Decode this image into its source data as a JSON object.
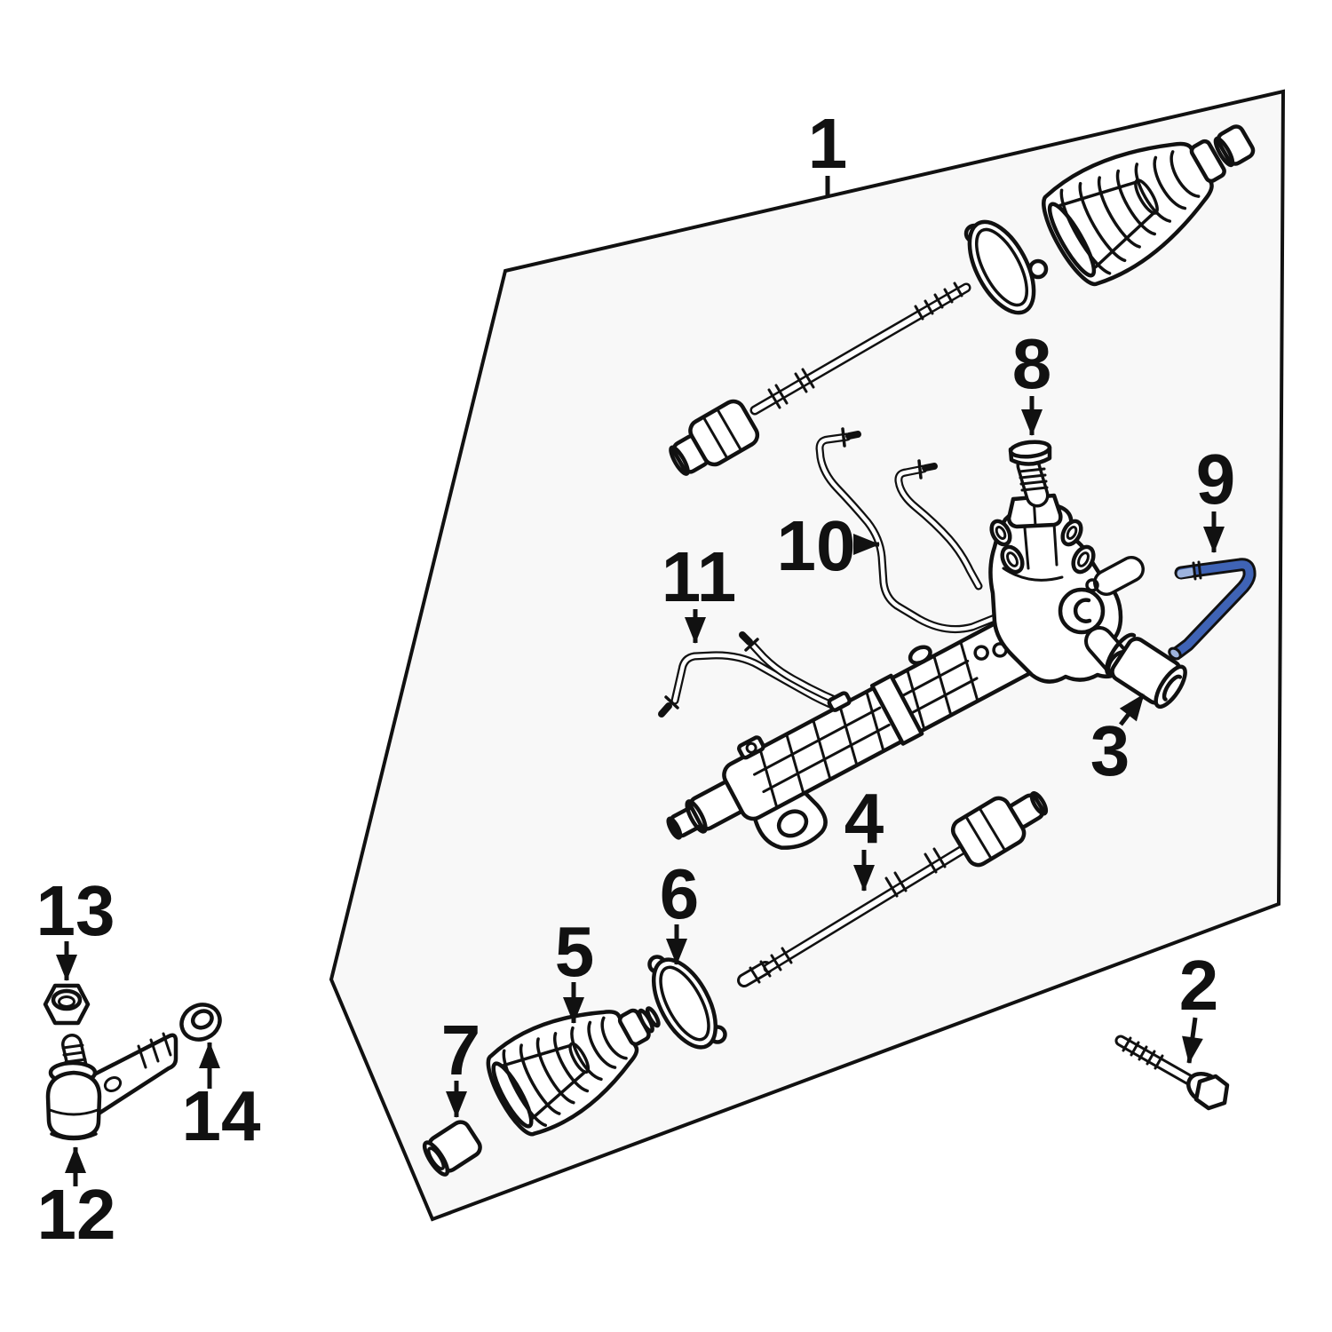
{
  "figure": {
    "type": "exploded-parts-diagram",
    "subject": "rack and pinion steering gear assembly",
    "background_color": "#ffffff",
    "panel_fill": "#f8f8f8",
    "line_color": "#111111",
    "highlight_color": "#3f63b5",
    "highlight_tip_color": "#9db3dc",
    "highlighted_callout": "9"
  },
  "callouts": [
    {
      "label": "1"
    },
    {
      "label": "2"
    },
    {
      "label": "3"
    },
    {
      "label": "4"
    },
    {
      "label": "5"
    },
    {
      "label": "6"
    },
    {
      "label": "7"
    },
    {
      "label": "8"
    },
    {
      "label": "9"
    },
    {
      "label": "10"
    },
    {
      "label": "11"
    },
    {
      "label": "12"
    },
    {
      "label": "13"
    },
    {
      "label": "14"
    }
  ]
}
